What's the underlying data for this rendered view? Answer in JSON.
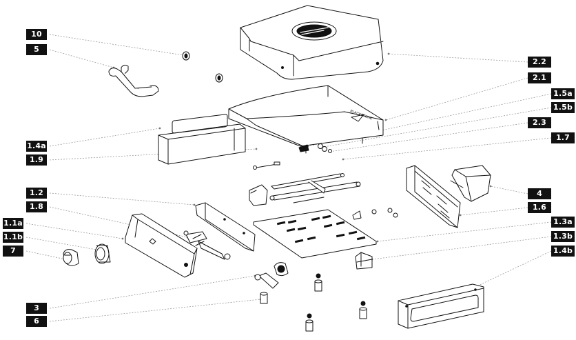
{
  "labels": {
    "p10": "10",
    "p5": "5",
    "p1_4a": "1.4a",
    "p1_9": "1.9",
    "p1_2": "1.2",
    "p1_8": "1.8",
    "p1_1a": "1.1a",
    "p1_1b": "1.1b",
    "p7": "7",
    "p3": "3",
    "p6": "6",
    "p2_2": "2.2",
    "p2_1": "2.1",
    "p1_5a": "1.5a",
    "p1_5b": "1.5b",
    "p2_3": "2.3",
    "p1_7": "1.7",
    "p4": "4",
    "p1_6": "1.6",
    "p1_3a": "1.3a",
    "p1_3b": "1.3b",
    "p1_4b": "1.4b"
  },
  "griddle_brand": "BLACKSTONE",
  "colors": {
    "tag_bg": "#111111",
    "tag_text": "#ffffff",
    "line": "#111111",
    "leader": "#9a9a9a"
  }
}
